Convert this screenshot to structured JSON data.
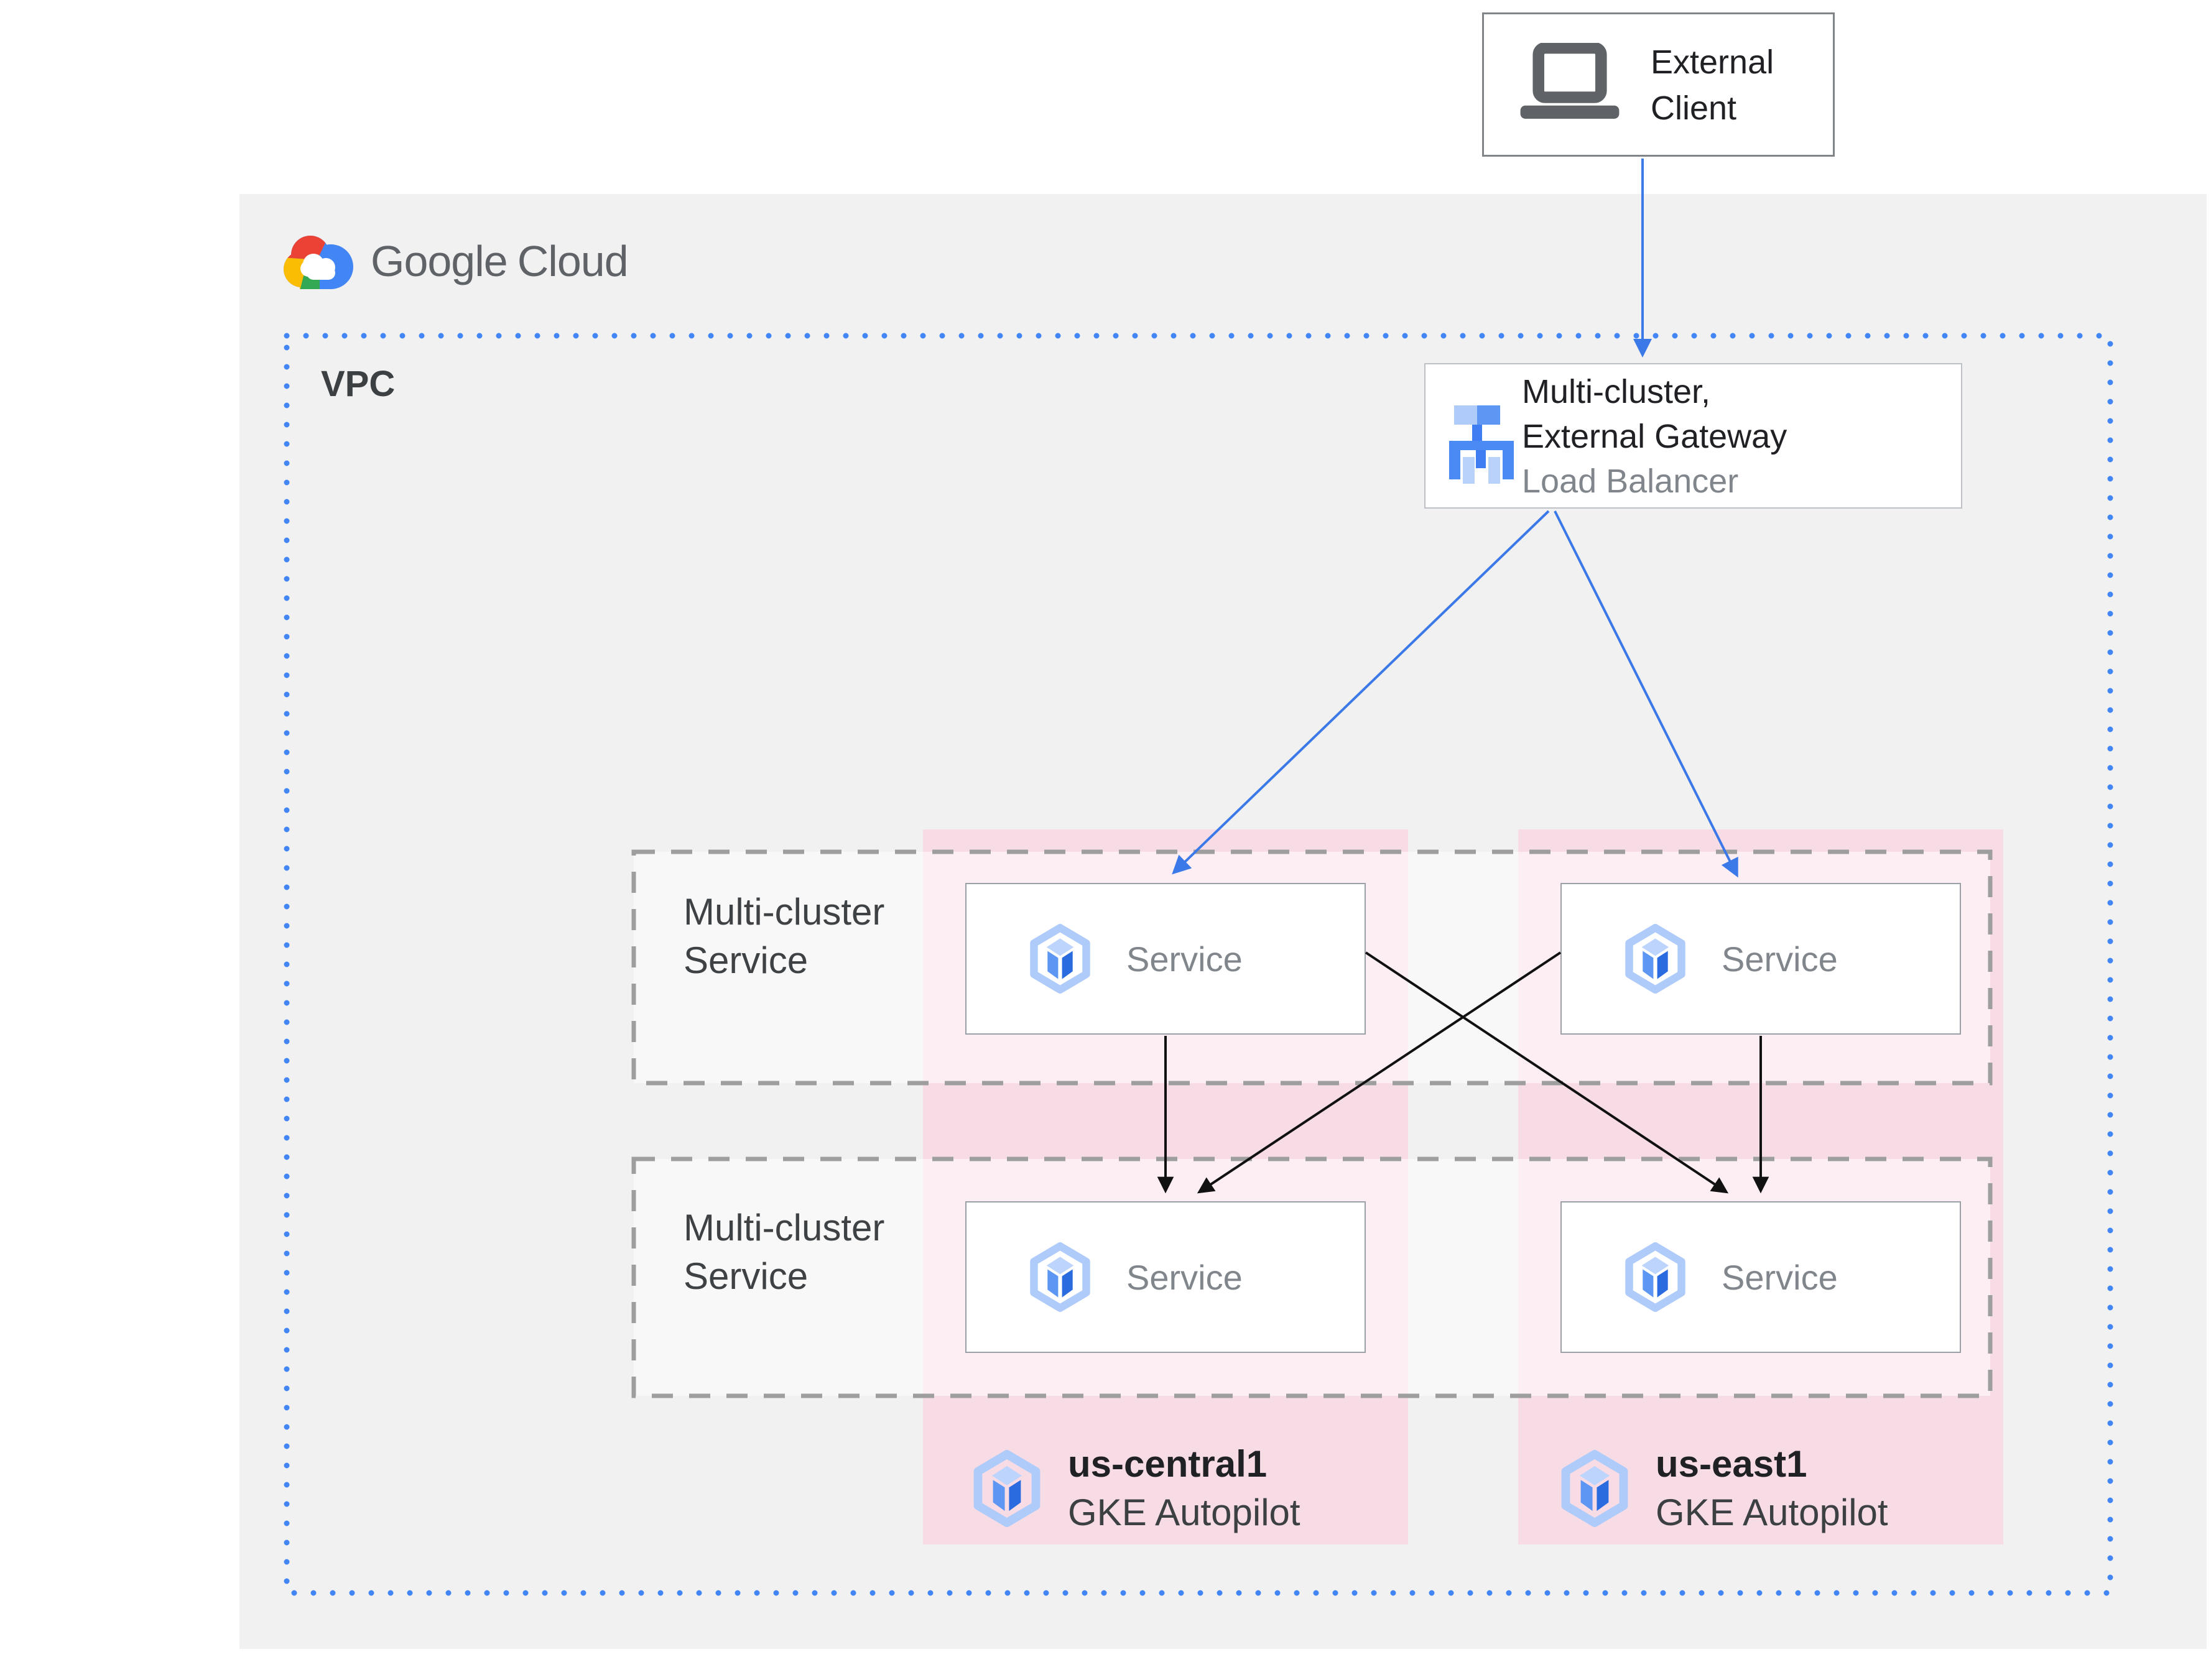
{
  "logo": {
    "part1": "Google",
    "part2": "Cloud"
  },
  "vpc_label": "VPC",
  "external_client": {
    "line1": "External",
    "line2": "Client"
  },
  "load_balancer": {
    "line1": "Multi-cluster,",
    "line2": "External Gateway",
    "line3": "Load Balancer"
  },
  "multi_cluster_service_groups": [
    {
      "line1": "Multi-cluster",
      "line2": "Service"
    },
    {
      "line1": "Multi-cluster",
      "line2": "Service"
    }
  ],
  "services": [
    {
      "label": "Service"
    },
    {
      "label": "Service"
    },
    {
      "label": "Service"
    },
    {
      "label": "Service"
    }
  ],
  "regions": [
    {
      "name": "us-central1",
      "platform": "GKE Autopilot"
    },
    {
      "name": "us-east1",
      "platform": "GKE Autopilot"
    }
  ],
  "icons": {
    "external_client": "laptop-icon",
    "load_balancer": "load-balancer-icon",
    "service": "gke-cube-hexagon-icon",
    "region": "gke-autopilot-icon",
    "logo": "google-cloud-logo-icon"
  },
  "colors": {
    "panel_gray": "#f1f1f1",
    "pink_region": "#f8dce5",
    "vpc_dot_blue": "#4285f4",
    "arrow_blue": "#3b78e8",
    "arrow_black": "#111111",
    "dash_gray": "#9e9e9e",
    "text_dark": "#202124",
    "text_gray": "#80868b",
    "gke_ring": "#aecbfa"
  }
}
